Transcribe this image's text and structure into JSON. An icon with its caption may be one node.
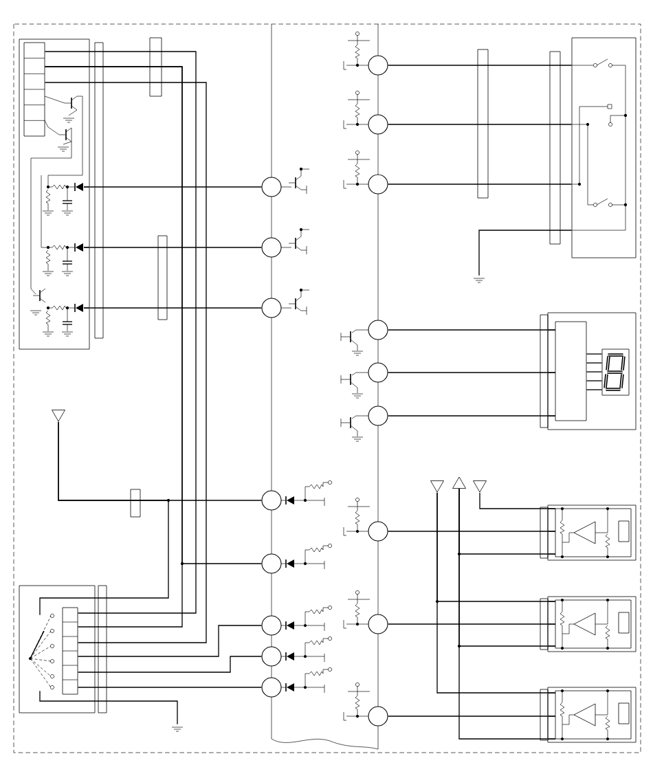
{
  "diagram": {
    "nodes": [
      {
        "text": [],
        "shape": "box"
      },
      {
        "text": [],
        "shape": "box",
        "in": 0
      },
      {
        "text": [],
        "shape": "box"
      },
      {
        "text": [],
        "shape": "box",
        "in": 2
      },
      {
        "text": [],
        "shape": "triangle"
      },
      {
        "text": [],
        "shape": "circle"
      },
      {
        "text": [],
        "shape": "circle"
      },
      {
        "text": [],
        "shape": "circle"
      },
      {
        "text": [],
        "shape": "circle"
      },
      {
        "text": [],
        "shape": "circle"
      },
      {
        "text": [],
        "shape": "circle"
      },
      {
        "text": [],
        "shape": "circle"
      },
      {
        "text": [],
        "shape": "circle"
      },
      {
        "text": [],
        "shape": "circle"
      },
      {
        "text": [],
        "shape": "circle"
      },
      {
        "text": [],
        "shape": "circle"
      },
      {
        "text": [],
        "shape": "circle"
      },
      {
        "text": [],
        "shape": "circle"
      },
      {
        "text": [],
        "shape": "circle"
      },
      {
        "text": [],
        "shape": "circle"
      },
      {
        "text": [],
        "shape": "circle"
      },
      {
        "text": [],
        "shape": "circle"
      },
      {
        "text": [],
        "shape": "box"
      },
      {
        "text": [],
        "shape": "ground"
      },
      {
        "text": [],
        "shape": "box"
      },
      {
        "text": [],
        "shape": "box",
        "in": 24
      },
      {
        "text": [],
        "shape": "display",
        "in": 24
      },
      {
        "text": [],
        "shape": "triangle"
      },
      {
        "text": [],
        "shape": "triangle"
      },
      {
        "text": [],
        "shape": "triangle"
      },
      {
        "text": [],
        "shape": "box"
      },
      {
        "text": [],
        "shape": "box"
      },
      {
        "text": [],
        "shape": "box"
      },
      {
        "text": [],
        "shape": "ground"
      },
      {
        "text": [],
        "shape": "switch",
        "in": 2
      }
    ],
    "edges": [
      {
        "from": 0,
        "to": 5,
        "arrow": "none"
      },
      {
        "from": 0,
        "to": 6,
        "arrow": "none"
      },
      {
        "from": 0,
        "to": 7,
        "arrow": "none"
      },
      {
        "from": 4,
        "to": 8,
        "arrow": "none"
      },
      {
        "from": 4,
        "to": 34,
        "arrow": "none"
      },
      {
        "from": 1,
        "to": 3,
        "arrow": "none"
      },
      {
        "from": 1,
        "to": 3,
        "arrow": "none"
      },
      {
        "from": 1,
        "to": 9,
        "arrow": "none"
      },
      {
        "from": 1,
        "to": 3,
        "arrow": "none"
      },
      {
        "from": 3,
        "to": 10,
        "arrow": "none"
      },
      {
        "from": 3,
        "to": 11,
        "arrow": "none"
      },
      {
        "from": 3,
        "to": 12,
        "arrow": "none"
      },
      {
        "from": 34,
        "to": 33,
        "arrow": "none"
      },
      {
        "from": 13,
        "to": 22,
        "arrow": "none"
      },
      {
        "from": 14,
        "to": 22,
        "arrow": "none"
      },
      {
        "from": 15,
        "to": 22,
        "arrow": "none"
      },
      {
        "from": 22,
        "to": 23,
        "arrow": "none"
      },
      {
        "from": 16,
        "to": 24,
        "arrow": "none"
      },
      {
        "from": 17,
        "to": 24,
        "arrow": "none"
      },
      {
        "from": 18,
        "to": 24,
        "arrow": "none"
      },
      {
        "from": 25,
        "to": 26,
        "arrow": "none"
      },
      {
        "from": 25,
        "to": 26,
        "arrow": "none"
      },
      {
        "from": 25,
        "to": 26,
        "arrow": "none"
      },
      {
        "from": 25,
        "to": 26,
        "arrow": "none"
      },
      {
        "from": 25,
        "to": 26,
        "arrow": "none"
      },
      {
        "from": 19,
        "to": 30,
        "arrow": "none"
      },
      {
        "from": 20,
        "to": 31,
        "arrow": "none"
      },
      {
        "from": 21,
        "to": 32,
        "arrow": "none"
      },
      {
        "from": 27,
        "to": 31,
        "arrow": "none"
      },
      {
        "from": 27,
        "to": 32,
        "arrow": "none"
      },
      {
        "from": 28,
        "to": 30,
        "arrow": "none"
      },
      {
        "from": 28,
        "to": 31,
        "arrow": "none"
      },
      {
        "from": 28,
        "to": 32,
        "arrow": "none"
      },
      {
        "from": 29,
        "to": 30,
        "arrow": "none"
      }
    ]
  }
}
